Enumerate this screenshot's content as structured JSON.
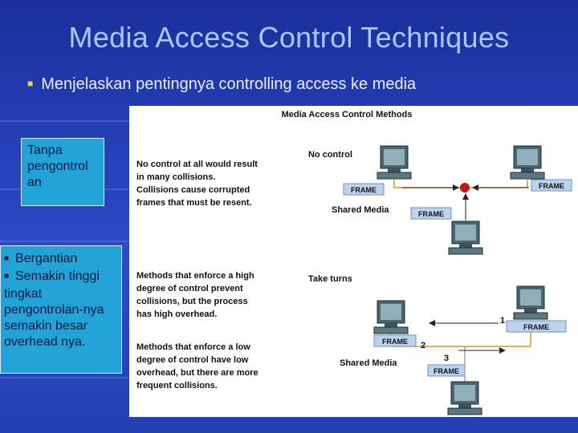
{
  "slide": {
    "title": "Media Access Control Techniques",
    "bullet": "Menjelaskan pentingnya controlling access ke media"
  },
  "callouts": {
    "first": "Tanpa pengontrol an",
    "second_items": [
      "Bergantian",
      "Semakin tinggi tingkat pengontrolan-nya semakin besar overhead nya."
    ]
  },
  "figure": {
    "title": "Media Access Control Methods",
    "desc_no_control": [
      "No control at all would result",
      "in many collisions.",
      "Collisions cause corrupted",
      "frames that must be resent."
    ],
    "desc_high": [
      "Methods that enforce a high",
      "degree of control prevent",
      "collisions, but the process",
      "has high overhead."
    ],
    "desc_low": [
      "Methods that enforce a low",
      "degree of control have low",
      "overhead, but there are more",
      "frequent collisions."
    ],
    "label_no_control": "No control",
    "label_take_turns": "Take turns",
    "label_shared_media": "Shared Media",
    "frame_label": "FRAME",
    "step_numbers": [
      "1",
      "2",
      "3"
    ]
  }
}
